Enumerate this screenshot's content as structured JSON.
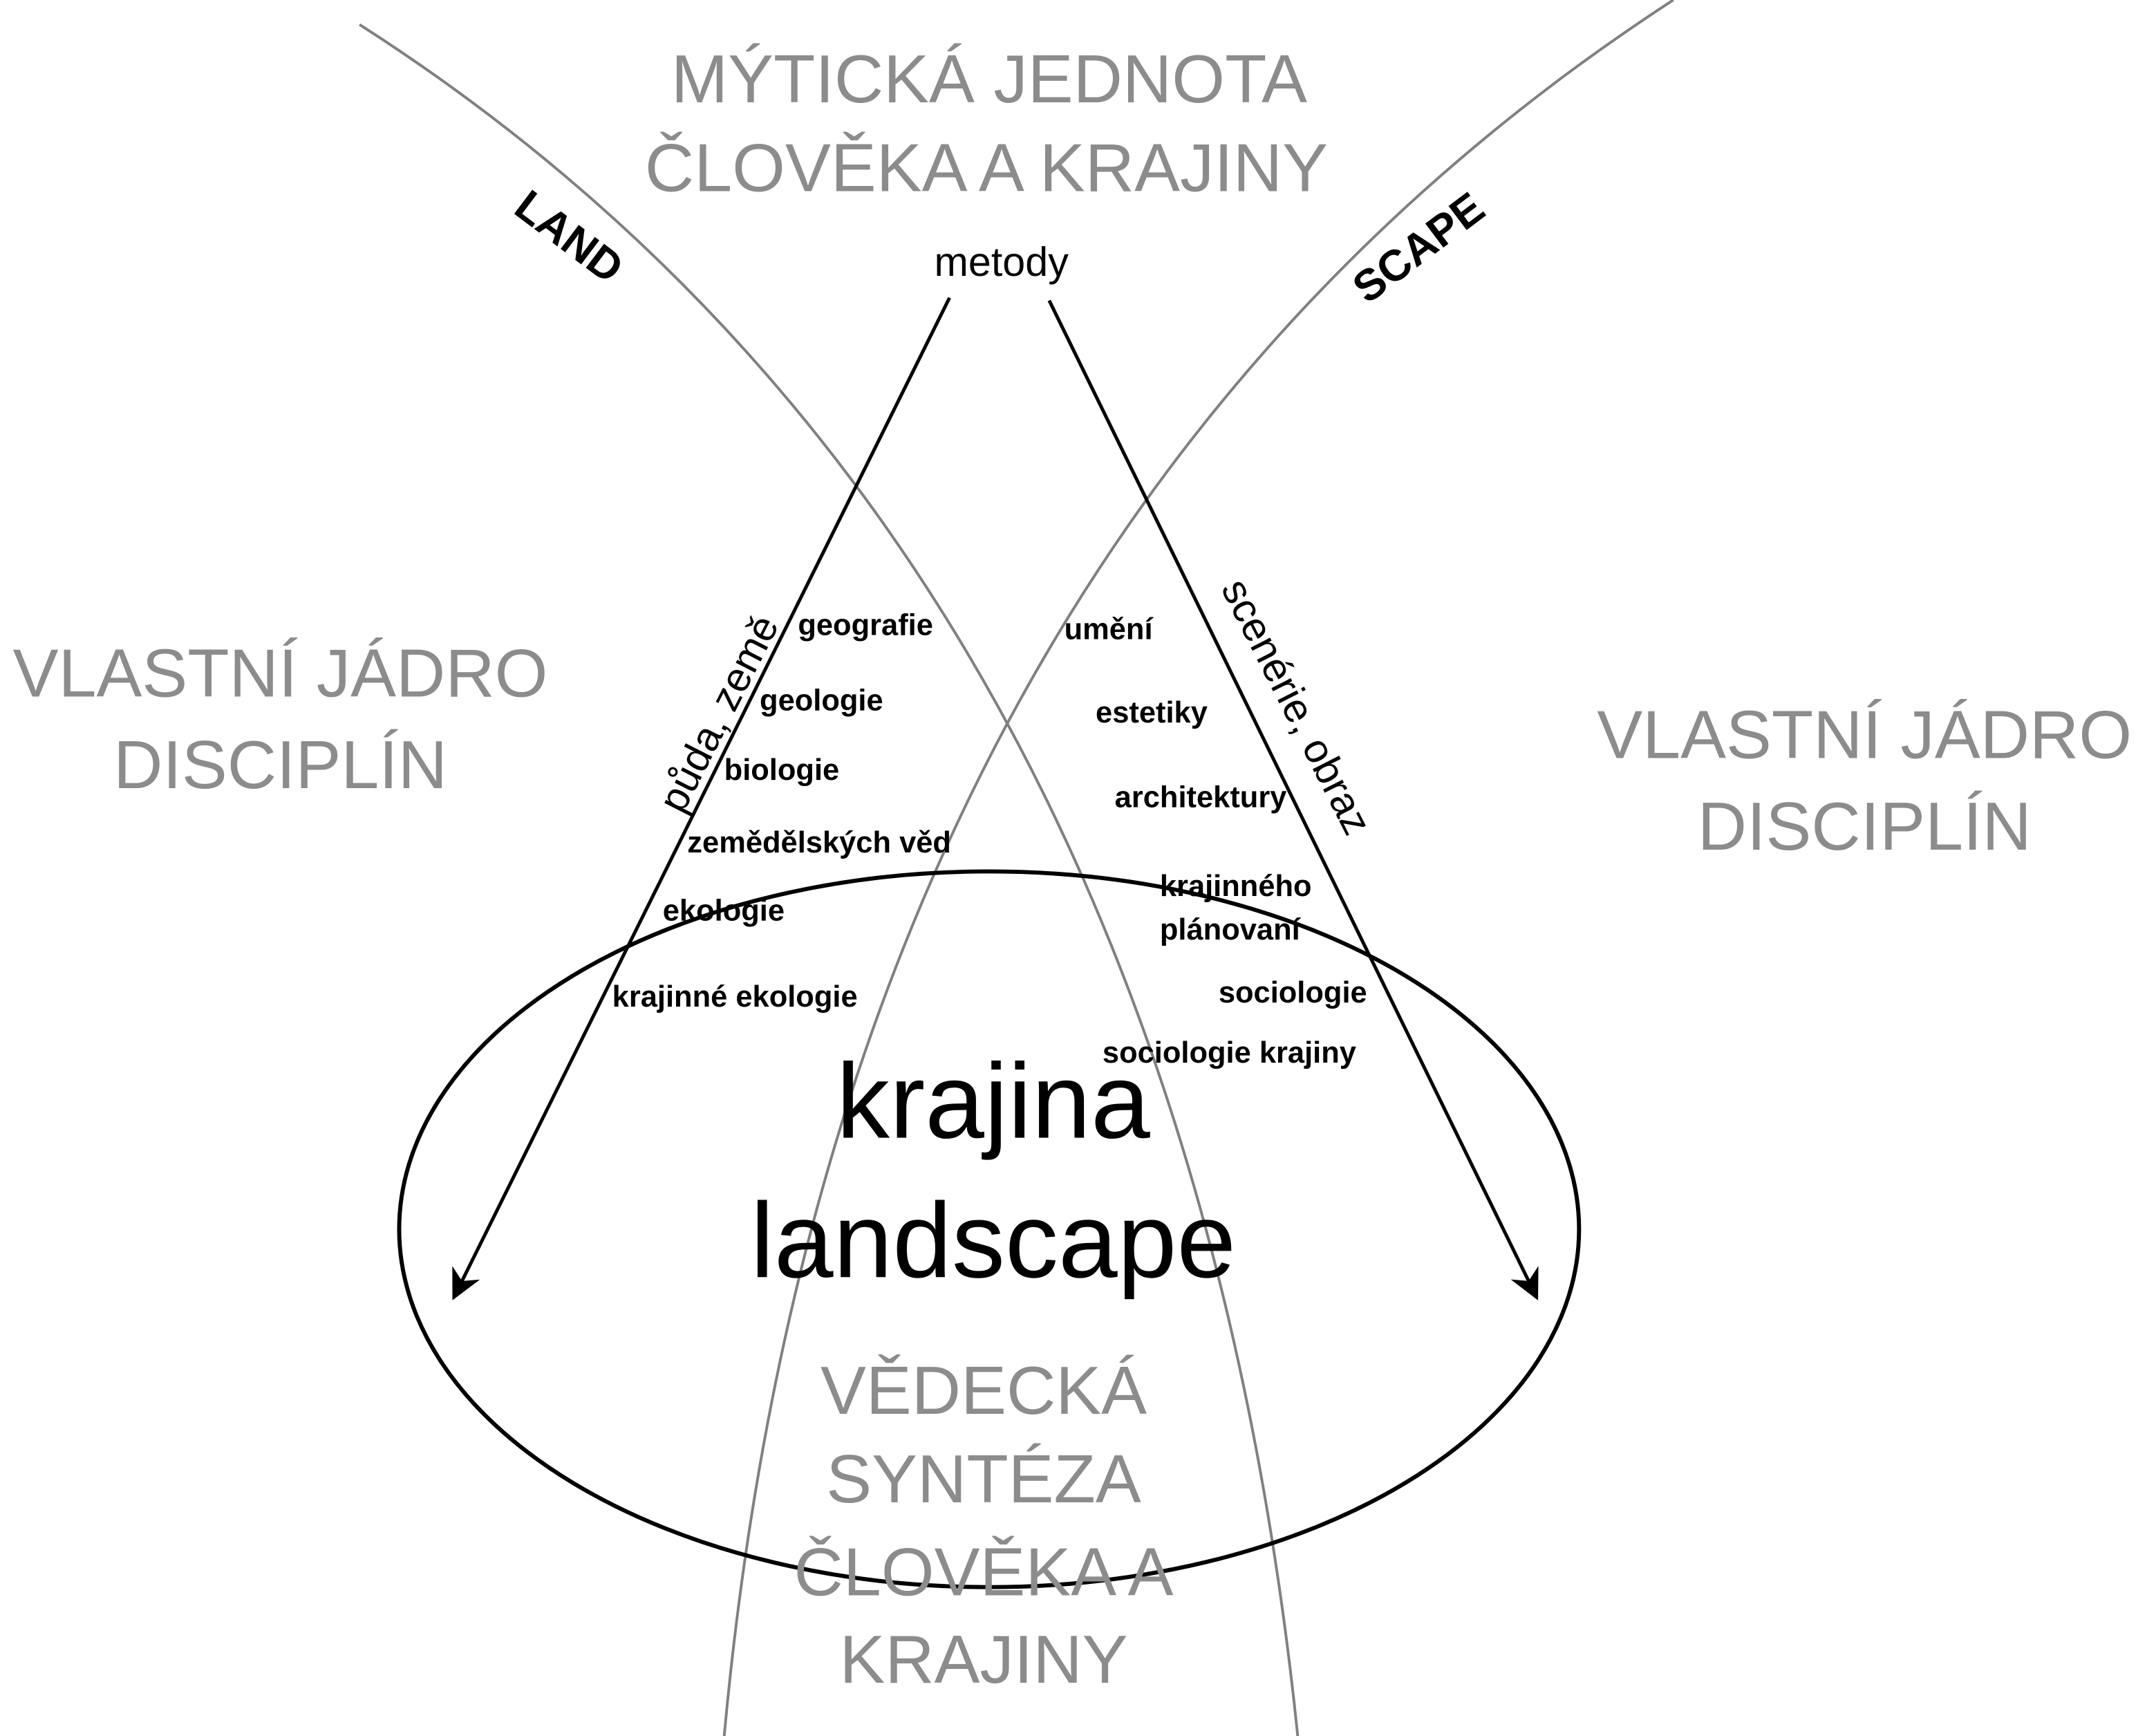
{
  "top": {
    "line1": "MÝTICKÁ JEDNOTA",
    "line2": "ČLOVĚKA A KRAJINY"
  },
  "land": "LAND",
  "scape": "SCAPE",
  "methods": "metody",
  "left_core": {
    "line1": "VLASTNÍ JÁDRO",
    "line2": "DISCIPLÍN"
  },
  "right_core": {
    "line1": "VLASTNÍ JÁDRO",
    "line2": "DISCIPLÍN"
  },
  "left_axis_label": "půda, země",
  "right_axis_label": "scenérie, obraz",
  "left_disciplines": [
    "geografie",
    "geologie",
    "biologie",
    "zemědělských věd",
    "ekologie",
    "krajinné ekologie"
  ],
  "right_disciplines": [
    "umění",
    "estetiky",
    "architektury",
    "krajinného",
    "plánovaní",
    "sociologie",
    "sociologie krajiny"
  ],
  "center": {
    "line1": "krajina",
    "line2": "landscape"
  },
  "bottom": {
    "line1": "VĚDECKÁ",
    "line2": "SYNTÉZA",
    "line3": "ČLOVĚKA A",
    "line4": "KRAJINY"
  }
}
